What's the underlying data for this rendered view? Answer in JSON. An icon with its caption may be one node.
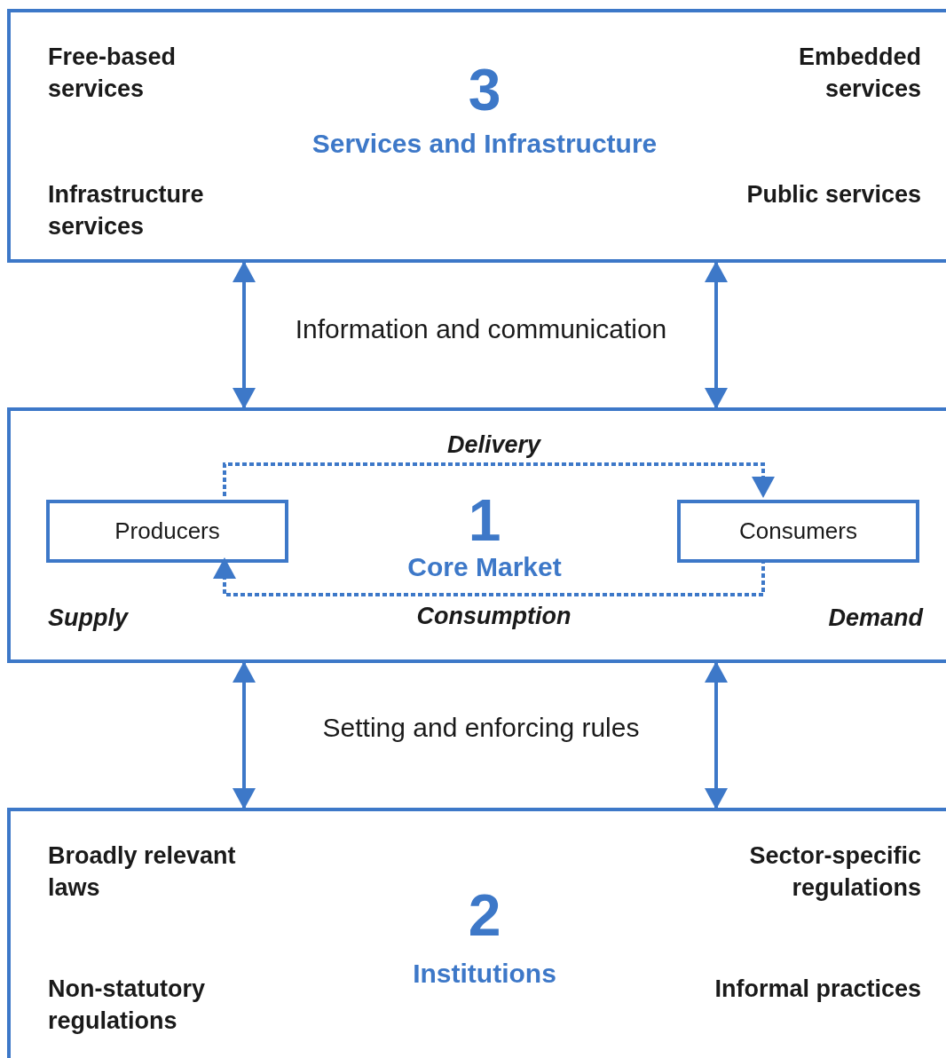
{
  "diagram": {
    "nodes": [
      {
        "text": [
          "Free-based services",
          "Embedded services",
          "3",
          "Services and Infrastructure",
          "Infrastructure services",
          "Public services"
        ]
      },
      {
        "text": [
          "1",
          "Core Market",
          "Supply",
          "Demand"
        ]
      },
      {
        "text": [
          "Producers"
        ],
        "in": 1
      },
      {
        "text": [
          "Consumers"
        ],
        "in": 1
      },
      {
        "text": [
          "Broadly relevant laws",
          "Sector-specific regulations",
          "2",
          "Institutions",
          "Non-statutory regulations",
          "Informal practices"
        ]
      }
    ],
    "edges": [
      {
        "from": 0,
        "to": 1,
        "arrow": "both"
      },
      {
        "from": 0,
        "to": 1,
        "arrow": "both"
      },
      {
        "from": 2,
        "to": 3,
        "arrow": "to",
        "style": "dashed",
        "label": "Delivery"
      },
      {
        "from": 3,
        "to": 2,
        "arrow": "to",
        "style": "dashed",
        "label": "Consumption"
      },
      {
        "from": 1,
        "to": 4,
        "arrow": "both"
      },
      {
        "from": 1,
        "to": 4,
        "arrow": "both"
      }
    ],
    "labels": [
      "Information and communication",
      "Setting and enforcing rules"
    ]
  }
}
